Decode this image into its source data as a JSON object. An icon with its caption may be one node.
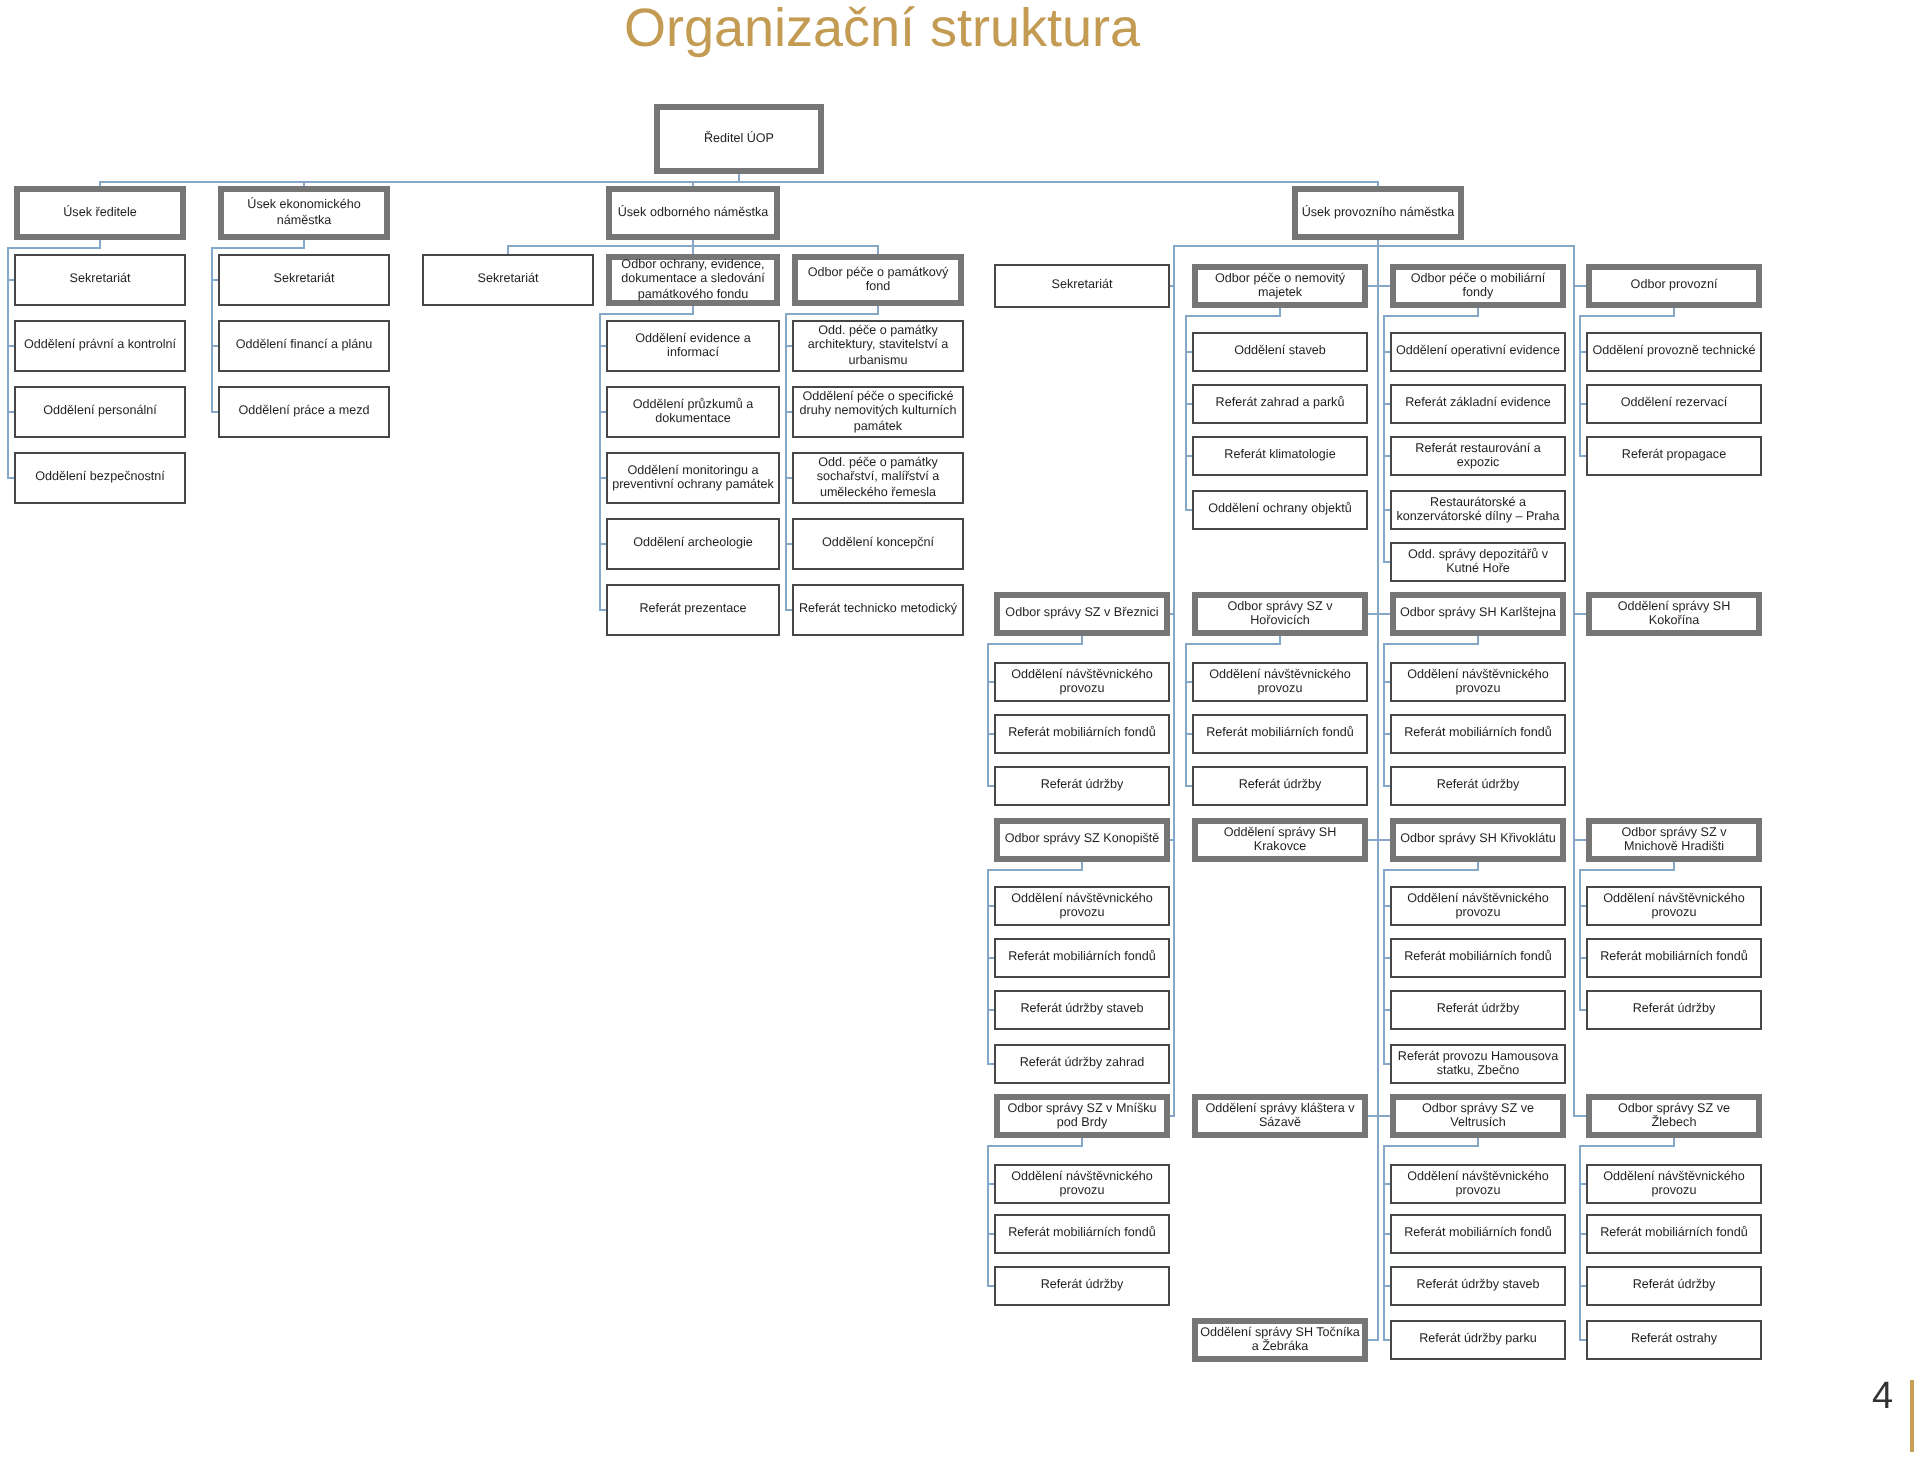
{
  "diagram": {
    "title": "Organizační struktura",
    "nodes": [
      {
        "text": [
          "Ředitel ÚOP"
        ]
      },
      {
        "text": [
          "Úsek ředitele"
        ]
      },
      {
        "text": [
          "Úsek ekonomického náměstka"
        ]
      },
      {
        "text": [
          "Úsek odborného náměstka"
        ]
      },
      {
        "text": [
          "Úsek provozního náměstka"
        ]
      },
      {
        "text": [
          "Sekretariát"
        ]
      },
      {
        "text": [
          "Oddělení právní a kontrolní"
        ]
      },
      {
        "text": [
          "Oddělení personální"
        ]
      },
      {
        "text": [
          "Oddělení bezpečnostní"
        ]
      },
      {
        "text": [
          "Sekretariát"
        ]
      },
      {
        "text": [
          "Oddělení financí a plánu"
        ]
      },
      {
        "text": [
          "Oddělení práce a mezd"
        ]
      },
      {
        "text": [
          "Sekretariát"
        ]
      },
      {
        "text": [
          "Odbor ochrany, evidence, dokumentace a sledování památkového fondu"
        ]
      },
      {
        "text": [
          "Odbor péče o památkový fond"
        ]
      },
      {
        "text": [
          "Oddělení evidence a informací"
        ]
      },
      {
        "text": [
          "Oddělení průzkumů a dokumentace"
        ]
      },
      {
        "text": [
          "Oddělení monitoringu a preventivní ochrany památek"
        ]
      },
      {
        "text": [
          "Oddělení archeologie"
        ]
      },
      {
        "text": [
          "Referát prezentace"
        ]
      },
      {
        "text": [
          "Odd. péče o památky architektury, stavitelství a urbanismu"
        ]
      },
      {
        "text": [
          "Oddělení péče o specifické druhy nemovitých kulturních památek"
        ]
      },
      {
        "text": [
          "Odd. péče o památky sochařství, malířství a uměleckého řemesla"
        ]
      },
      {
        "text": [
          "Oddělení koncepční"
        ]
      },
      {
        "text": [
          "Referát technicko metodický"
        ]
      },
      {
        "text": [
          "Sekretariát"
        ]
      },
      {
        "text": [
          "Odbor péče o nemovitý majetek"
        ]
      },
      {
        "text": [
          "Odbor péče o mobiliární fondy"
        ]
      },
      {
        "text": [
          "Odbor provozní"
        ]
      },
      {
        "text": [
          "Oddělení staveb"
        ]
      },
      {
        "text": [
          "Referát zahrad a parků"
        ]
      },
      {
        "text": [
          "Referát klimatologie"
        ]
      },
      {
        "text": [
          "Oddělení ochrany objektů"
        ]
      },
      {
        "text": [
          "Oddělení operativní evidence"
        ]
      },
      {
        "text": [
          "Referát základní evidence"
        ]
      },
      {
        "text": [
          "Referát restaurování a expozic"
        ]
      },
      {
        "text": [
          "Restaurátorské a konzervátorské dílny – Praha"
        ]
      },
      {
        "text": [
          "Odd. správy depozitářů v Kutné Hoře"
        ]
      },
      {
        "text": [
          "Oddělení provozně technické"
        ]
      },
      {
        "text": [
          "Oddělení rezervací"
        ]
      },
      {
        "text": [
          "Referát propagace"
        ]
      },
      {
        "text": [
          "Odbor správy SZ v Březnici"
        ]
      },
      {
        "text": [
          "Odbor správy SZ v Hořovicích"
        ]
      },
      {
        "text": [
          "Odbor správy SH Karlštejna"
        ]
      },
      {
        "text": [
          "Oddělení správy SH Kokořína"
        ]
      },
      {
        "text": [
          "Oddělení návštěvnického provozu"
        ]
      },
      {
        "text": [
          "Referát mobiliárních fondů"
        ]
      },
      {
        "text": [
          "Referát údržby"
        ]
      },
      {
        "text": [
          "Oddělení návštěvnického provozu"
        ]
      },
      {
        "text": [
          "Referát mobiliárních fondů"
        ]
      },
      {
        "text": [
          "Referát údržby"
        ]
      },
      {
        "text": [
          "Oddělení návštěvnického provozu"
        ]
      },
      {
        "text": [
          "Referát mobiliárních fondů"
        ]
      },
      {
        "text": [
          "Referát údržby"
        ]
      },
      {
        "text": [
          "Odbor správy SZ Konopiště"
        ]
      },
      {
        "text": [
          "Oddělení správy SH Krakovce"
        ]
      },
      {
        "text": [
          "Odbor správy SH Křivoklátu"
        ]
      },
      {
        "text": [
          "Odbor správy SZ v Mnichově Hradišti"
        ]
      },
      {
        "text": [
          "Oddělení návštěvnického provozu"
        ]
      },
      {
        "text": [
          "Referát mobiliárních fondů"
        ]
      },
      {
        "text": [
          "Referát údržby staveb"
        ]
      },
      {
        "text": [
          "Referát údržby zahrad"
        ]
      },
      {
        "text": [
          "Oddělení návštěvnického provozu"
        ]
      },
      {
        "text": [
          "Referát mobiliárních fondů"
        ]
      },
      {
        "text": [
          "Referát údržby"
        ]
      },
      {
        "text": [
          "Referát provozu Hamousova statku, Zbečno"
        ]
      },
      {
        "text": [
          "Oddělení návštěvnického provozu"
        ]
      },
      {
        "text": [
          "Referát mobiliárních fondů"
        ]
      },
      {
        "text": [
          "Referát údržby"
        ]
      },
      {
        "text": [
          "Odbor správy SZ v Mníšku pod Brdy"
        ]
      },
      {
        "text": [
          "Oddělení správy kláštera v Sázavě"
        ]
      },
      {
        "text": [
          "Odbor správy SZ ve Veltrusích"
        ]
      },
      {
        "text": [
          "Odbor správy SZ ve Žlebech"
        ]
      },
      {
        "text": [
          "Oddělení návštěvnického provozu"
        ]
      },
      {
        "text": [
          "Referát mobiliárních fondů"
        ]
      },
      {
        "text": [
          "Referát údržby"
        ]
      },
      {
        "text": [
          "Oddělení návštěvnického provozu"
        ]
      },
      {
        "text": [
          "Referát mobiliárních fondů"
        ]
      },
      {
        "text": [
          "Referát údržby staveb"
        ]
      },
      {
        "text": [
          "Referát údržby parku"
        ]
      },
      {
        "text": [
          "Oddělení návštěvnického provozu"
        ]
      },
      {
        "text": [
          "Referát mobiliárních fondů"
        ]
      },
      {
        "text": [
          "Referát údržby"
        ]
      },
      {
        "text": [
          "Referát ostrahy"
        ]
      },
      {
        "text": [
          "Oddělení správy SH Točníka a Žebráka"
        ]
      }
    ],
    "edges": [
      {
        "from": 0,
        "to": 1,
        "arrow": "none"
      },
      {
        "from": 0,
        "to": 2,
        "arrow": "none"
      },
      {
        "from": 0,
        "to": 3,
        "arrow": "none"
      },
      {
        "from": 0,
        "to": 4,
        "arrow": "none"
      },
      {
        "from": 1,
        "to": 5,
        "arrow": "none"
      },
      {
        "from": 1,
        "to": 6,
        "arrow": "none"
      },
      {
        "from": 1,
        "to": 7,
        "arrow": "none"
      },
      {
        "from": 1,
        "to": 8,
        "arrow": "none"
      },
      {
        "from": 2,
        "to": 9,
        "arrow": "none"
      },
      {
        "from": 2,
        "to": 10,
        "arrow": "none"
      },
      {
        "from": 2,
        "to": 11,
        "arrow": "none"
      },
      {
        "from": 3,
        "to": 12,
        "arrow": "none"
      },
      {
        "from": 3,
        "to": 13,
        "arrow": "none"
      },
      {
        "from": 3,
        "to": 14,
        "arrow": "none"
      },
      {
        "from": 13,
        "to": 15,
        "arrow": "none"
      },
      {
        "from": 13,
        "to": 16,
        "arrow": "none"
      },
      {
        "from": 13,
        "to": 17,
        "arrow": "none"
      },
      {
        "from": 13,
        "to": 18,
        "arrow": "none"
      },
      {
        "from": 13,
        "to": 19,
        "arrow": "none"
      },
      {
        "from": 14,
        "to": 20,
        "arrow": "none"
      },
      {
        "from": 14,
        "to": 21,
        "arrow": "none"
      },
      {
        "from": 14,
        "to": 22,
        "arrow": "none"
      },
      {
        "from": 14,
        "to": 23,
        "arrow": "none"
      },
      {
        "from": 14,
        "to": 24,
        "arrow": "none"
      },
      {
        "from": 4,
        "to": 25,
        "arrow": "none"
      },
      {
        "from": 4,
        "to": 26,
        "arrow": "none"
      },
      {
        "from": 4,
        "to": 27,
        "arrow": "none"
      },
      {
        "from": 4,
        "to": 28,
        "arrow": "none"
      },
      {
        "from": 4,
        "to": 41,
        "arrow": "none"
      },
      {
        "from": 4,
        "to": 42,
        "arrow": "none"
      },
      {
        "from": 4,
        "to": 43,
        "arrow": "none"
      },
      {
        "from": 4,
        "to": 44,
        "arrow": "none"
      },
      {
        "from": 4,
        "to": 54,
        "arrow": "none"
      },
      {
        "from": 4,
        "to": 55,
        "arrow": "none"
      },
      {
        "from": 4,
        "to": 56,
        "arrow": "none"
      },
      {
        "from": 4,
        "to": 57,
        "arrow": "none"
      },
      {
        "from": 4,
        "to": 69,
        "arrow": "none"
      },
      {
        "from": 4,
        "to": 70,
        "arrow": "none"
      },
      {
        "from": 4,
        "to": 71,
        "arrow": "none"
      },
      {
        "from": 4,
        "to": 72,
        "arrow": "none"
      },
      {
        "from": 4,
        "to": 84,
        "arrow": "none"
      },
      {
        "from": 26,
        "to": 29,
        "arrow": "none"
      },
      {
        "from": 26,
        "to": 30,
        "arrow": "none"
      },
      {
        "from": 26,
        "to": 31,
        "arrow": "none"
      },
      {
        "from": 26,
        "to": 32,
        "arrow": "none"
      },
      {
        "from": 27,
        "to": 33,
        "arrow": "none"
      },
      {
        "from": 27,
        "to": 34,
        "arrow": "none"
      },
      {
        "from": 27,
        "to": 35,
        "arrow": "none"
      },
      {
        "from": 27,
        "to": 36,
        "arrow": "none"
      },
      {
        "from": 27,
        "to": 37,
        "arrow": "none"
      },
      {
        "from": 28,
        "to": 38,
        "arrow": "none"
      },
      {
        "from": 28,
        "to": 39,
        "arrow": "none"
      },
      {
        "from": 28,
        "to": 40,
        "arrow": "none"
      },
      {
        "from": 41,
        "to": 45,
        "arrow": "none"
      },
      {
        "from": 41,
        "to": 46,
        "arrow": "none"
      },
      {
        "from": 41,
        "to": 47,
        "arrow": "none"
      },
      {
        "from": 42,
        "to": 48,
        "arrow": "none"
      },
      {
        "from": 42,
        "to": 49,
        "arrow": "none"
      },
      {
        "from": 42,
        "to": 50,
        "arrow": "none"
      },
      {
        "from": 43,
        "to": 51,
        "arrow": "none"
      },
      {
        "from": 43,
        "to": 52,
        "arrow": "none"
      },
      {
        "from": 43,
        "to": 53,
        "arrow": "none"
      },
      {
        "from": 54,
        "to": 58,
        "arrow": "none"
      },
      {
        "from": 54,
        "to": 59,
        "arrow": "none"
      },
      {
        "from": 54,
        "to": 60,
        "arrow": "none"
      },
      {
        "from": 54,
        "to": 61,
        "arrow": "none"
      },
      {
        "from": 56,
        "to": 62,
        "arrow": "none"
      },
      {
        "from": 56,
        "to": 63,
        "arrow": "none"
      },
      {
        "from": 56,
        "to": 64,
        "arrow": "none"
      },
      {
        "from": 56,
        "to": 65,
        "arrow": "none"
      },
      {
        "from": 57,
        "to": 66,
        "arrow": "none"
      },
      {
        "from": 57,
        "to": 67,
        "arrow": "none"
      },
      {
        "from": 57,
        "to": 68,
        "arrow": "none"
      },
      {
        "from": 69,
        "to": 73,
        "arrow": "none"
      },
      {
        "from": 69,
        "to": 74,
        "arrow": "none"
      },
      {
        "from": 69,
        "to": 75,
        "arrow": "none"
      },
      {
        "from": 71,
        "to": 76,
        "arrow": "none"
      },
      {
        "from": 71,
        "to": 77,
        "arrow": "none"
      },
      {
        "from": 71,
        "to": 78,
        "arrow": "none"
      },
      {
        "from": 71,
        "to": 79,
        "arrow": "none"
      },
      {
        "from": 72,
        "to": 80,
        "arrow": "none"
      },
      {
        "from": 72,
        "to": 81,
        "arrow": "none"
      },
      {
        "from": 72,
        "to": 82,
        "arrow": "none"
      },
      {
        "from": 72,
        "to": 83,
        "arrow": "none"
      }
    ],
    "labels": [
      "4"
    ]
  }
}
